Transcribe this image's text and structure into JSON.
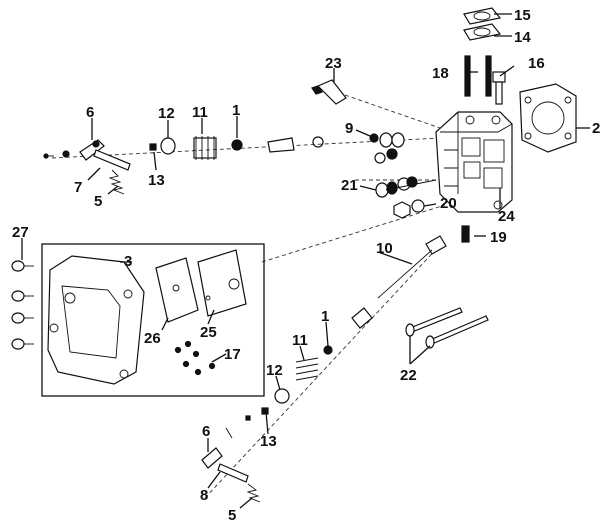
{
  "callouts": [
    {
      "id": "p1a",
      "text": "1"
    },
    {
      "id": "p1b",
      "text": "1"
    },
    {
      "id": "p2",
      "text": "2"
    },
    {
      "id": "p3",
      "text": "3"
    },
    {
      "id": "p5a",
      "text": "5"
    },
    {
      "id": "p5b",
      "text": "5"
    },
    {
      "id": "p6a",
      "text": "6"
    },
    {
      "id": "p6b",
      "text": "6"
    },
    {
      "id": "p7",
      "text": "7"
    },
    {
      "id": "p8",
      "text": "8"
    },
    {
      "id": "p9",
      "text": "9"
    },
    {
      "id": "p10",
      "text": "10"
    },
    {
      "id": "p11a",
      "text": "11"
    },
    {
      "id": "p11b",
      "text": "11"
    },
    {
      "id": "p12a",
      "text": "12"
    },
    {
      "id": "p12b",
      "text": "12"
    },
    {
      "id": "p13a",
      "text": "13"
    },
    {
      "id": "p13b",
      "text": "13"
    },
    {
      "id": "p14",
      "text": "14"
    },
    {
      "id": "p15",
      "text": "15"
    },
    {
      "id": "p16",
      "text": "16"
    },
    {
      "id": "p17",
      "text": "17"
    },
    {
      "id": "p18",
      "text": "18"
    },
    {
      "id": "p19",
      "text": "19"
    },
    {
      "id": "p20",
      "text": "20"
    },
    {
      "id": "p21",
      "text": "21"
    },
    {
      "id": "p22",
      "text": "22"
    },
    {
      "id": "p23",
      "text": "23"
    },
    {
      "id": "p24",
      "text": "24"
    },
    {
      "id": "p25",
      "text": "25"
    },
    {
      "id": "p26",
      "text": "26"
    },
    {
      "id": "p27",
      "text": "27"
    }
  ]
}
